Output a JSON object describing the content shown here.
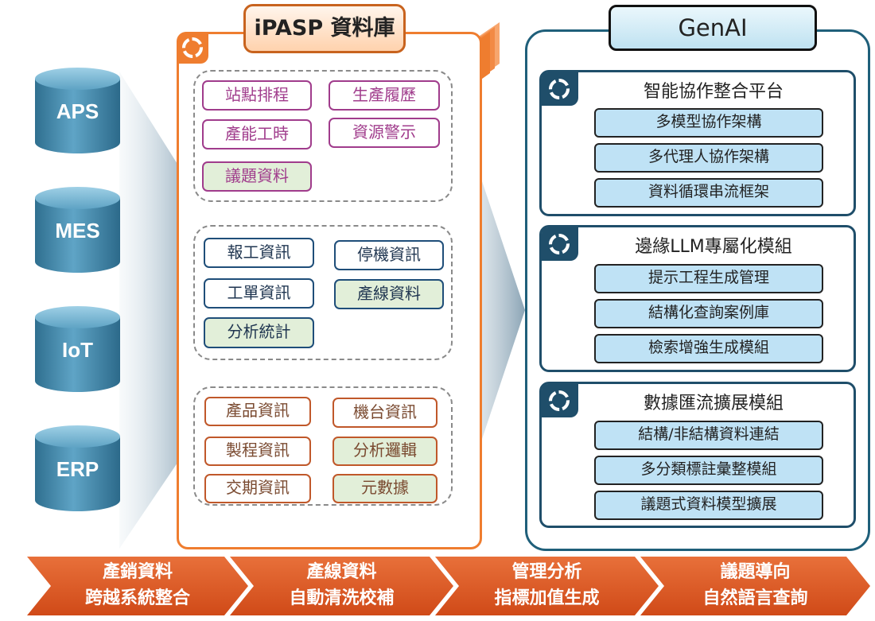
{
  "sources": [
    "APS",
    "MES",
    "IoT",
    "ERP"
  ],
  "ipasp": {
    "title": "iPASP 資料庫",
    "group1": [
      "站點排程",
      "生產履歷",
      "產能工時",
      "資源警示",
      "議題資料"
    ],
    "group2": [
      "報工資訊",
      "停機資訊",
      "工單資訊",
      "產線資料",
      "分析統計"
    ],
    "group3": [
      "產品資訊",
      "機台資訊",
      "製程資訊",
      "分析邏輯",
      "交期資訊",
      "元數據"
    ]
  },
  "genai": {
    "title": "GenAI",
    "panels": [
      {
        "title": "智能協作整合平台",
        "modules": [
          "多模型協作架構",
          "多代理人協作架構",
          "資料循環串流框架"
        ]
      },
      {
        "title": "邊緣LLM專屬化模組",
        "modules": [
          "提示工程生成管理",
          "結構化查詢案例庫",
          "檢索增強生成模組"
        ]
      },
      {
        "title": "數據匯流擴展模組",
        "modules": [
          "結構/非結構資料連結",
          "多分類標註彙整模組",
          "議題式資料模型擴展"
        ]
      }
    ]
  },
  "flow": [
    {
      "line1": "產銷資料",
      "line2": "跨越系統整合"
    },
    {
      "line1": "產線資料",
      "line2": "自動清洗校補"
    },
    {
      "line1": "管理分析",
      "line2": "指標加值生成"
    },
    {
      "line1": "議題導向",
      "line2": "自然語言查詢"
    }
  ],
  "colors": {
    "orange": "#ef7d2f",
    "chevron": "#e05a24",
    "navy": "#1f4e6a",
    "purple": "#a03c8c",
    "green_fill": "#e2efd9",
    "module_fill": "#bfe2f5"
  }
}
